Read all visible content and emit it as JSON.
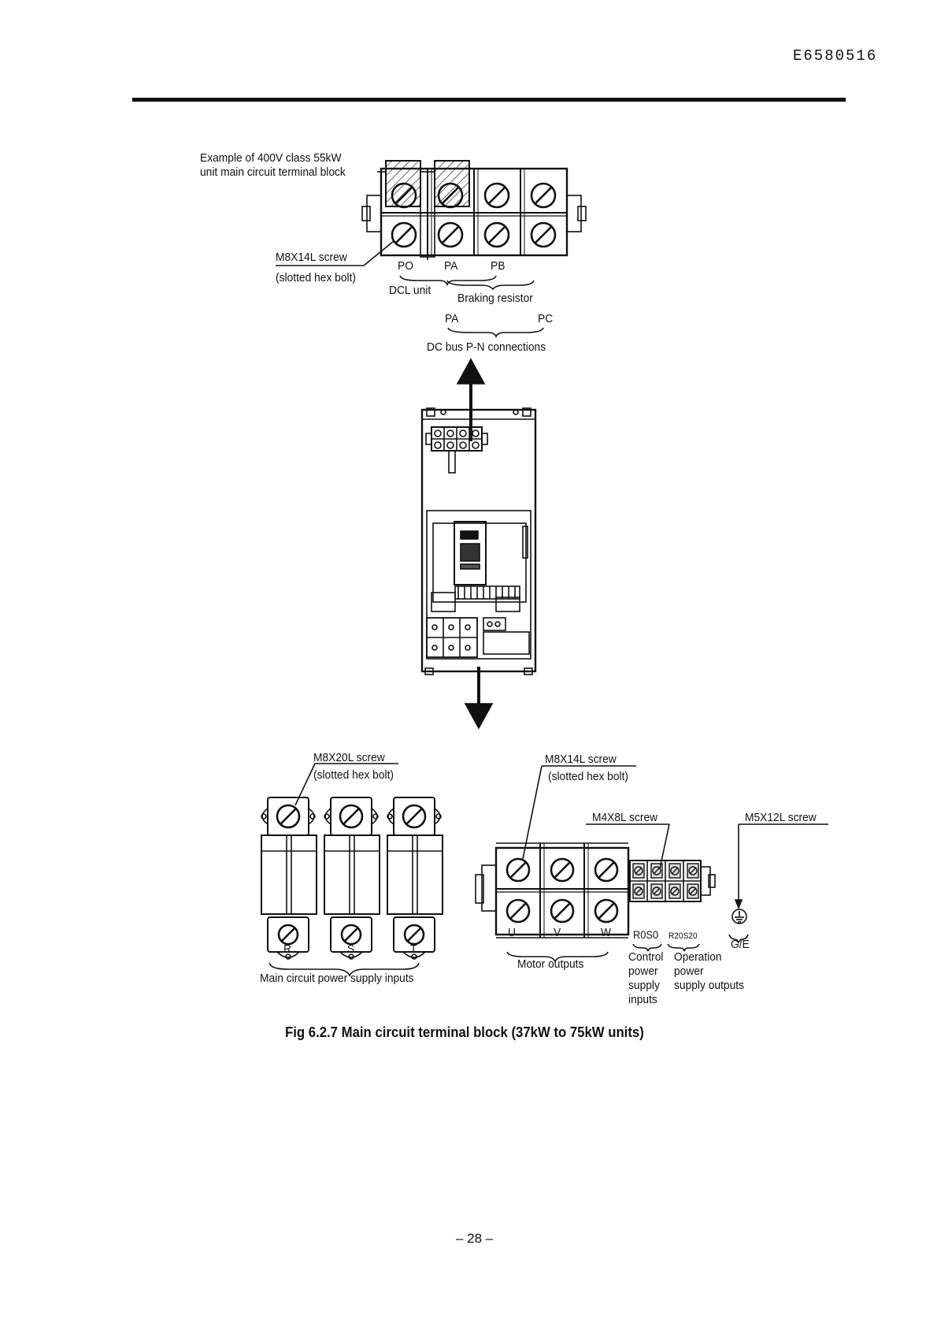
{
  "header": {
    "doc_code": "E6580516"
  },
  "top_block": {
    "title_line1": "Example of 400V class 55kW",
    "title_line2": "unit main circuit terminal block",
    "screw_label": "M8X14L screw",
    "screw_sub": "(slotted hex bolt)",
    "term_po": "PO",
    "term_pa": "PA",
    "term_pb": "PB",
    "dcl_unit": "DCL unit",
    "braking_resistor": "Braking resistor",
    "dc_pa": "PA",
    "dc_pc": "PC",
    "dc_bus": "DC bus P-N connections"
  },
  "bottom_left": {
    "screw_label": "M8X20L screw",
    "screw_sub": "(slotted hex bolt)",
    "term_r": "R",
    "term_s": "S",
    "term_t": "T",
    "group_label": "Main circuit power supply inputs"
  },
  "bottom_right": {
    "screw_label": "M8X14L screw",
    "screw_sub": "(slotted hex bolt)",
    "m4_label": "M4X8L screw",
    "m5_label": "M5X12L screw",
    "term_u": "U",
    "term_v": "V",
    "term_w": "W",
    "term_r0s0": "R0S0",
    "term_r20s20": "R20S20",
    "term_ge": "G/E",
    "motor_outputs": "Motor outputs",
    "control_line1": "Control",
    "control_line2": "power",
    "control_line3": "supply",
    "control_line4": "inputs",
    "operation_line1": "Operation",
    "operation_line2": "power",
    "operation_line3": "supply outputs"
  },
  "caption": "Fig 6.2.7 Main circuit terminal block (37kW to 75kW units)",
  "page_number": "– 28 –"
}
